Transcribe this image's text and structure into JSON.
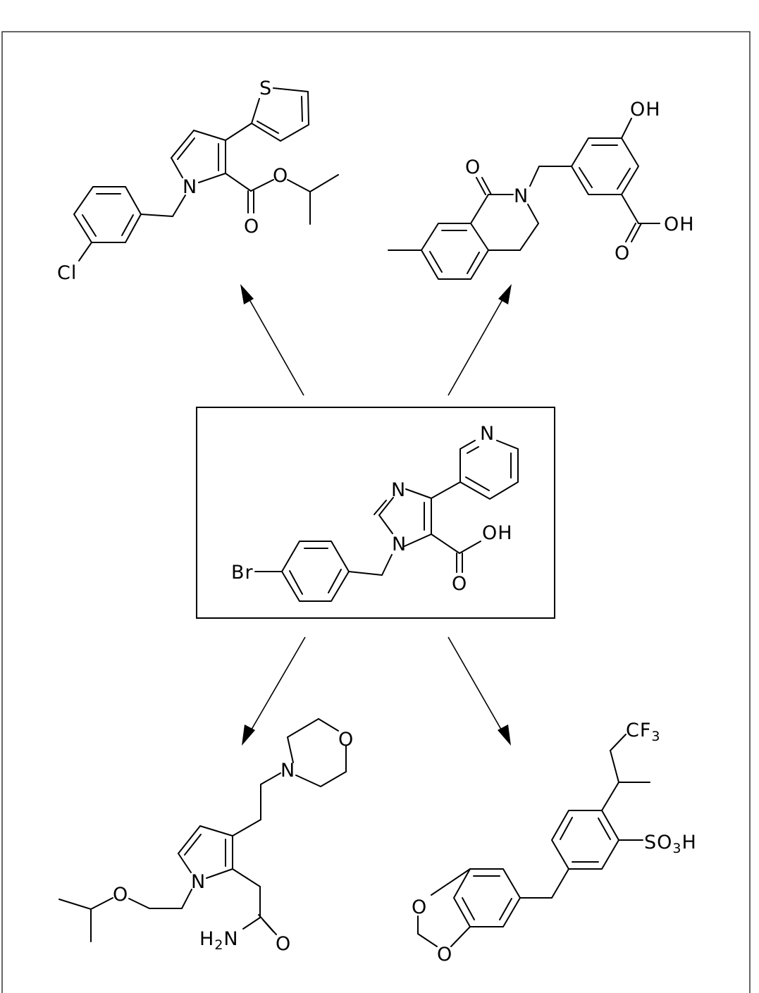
{
  "diagram": {
    "center": {
      "atoms": {
        "br": "Br",
        "n_ring": "N",
        "n_sub": "N",
        "n_pyr": "N",
        "oh": "OH",
        "o": "O"
      }
    },
    "top_left": {
      "atoms": {
        "s": "S",
        "n": "N",
        "o_ester": "O",
        "o_carbonyl": "O",
        "cl": "Cl"
      }
    },
    "top_right": {
      "atoms": {
        "oh_phenol": "OH",
        "o_lactam": "O",
        "n": "N",
        "oh_acid": "OH",
        "o_acid": "O"
      }
    },
    "bottom_left": {
      "atoms": {
        "o_morph": "O",
        "n_morph": "N",
        "n_pyrrole": "N",
        "o_ether": "O",
        "h2n_h": "H",
        "h2n_sub": "2",
        "h2n_n": "N",
        "o_amide": "O"
      }
    },
    "bottom_right": {
      "atoms": {
        "cf3_c": "CF",
        "cf3_sub": "3",
        "so3h_so": "SO",
        "so3h_sub": "3",
        "so3h_h": "H",
        "o_diox_top": "O",
        "o_diox_bottom": "O"
      }
    }
  }
}
